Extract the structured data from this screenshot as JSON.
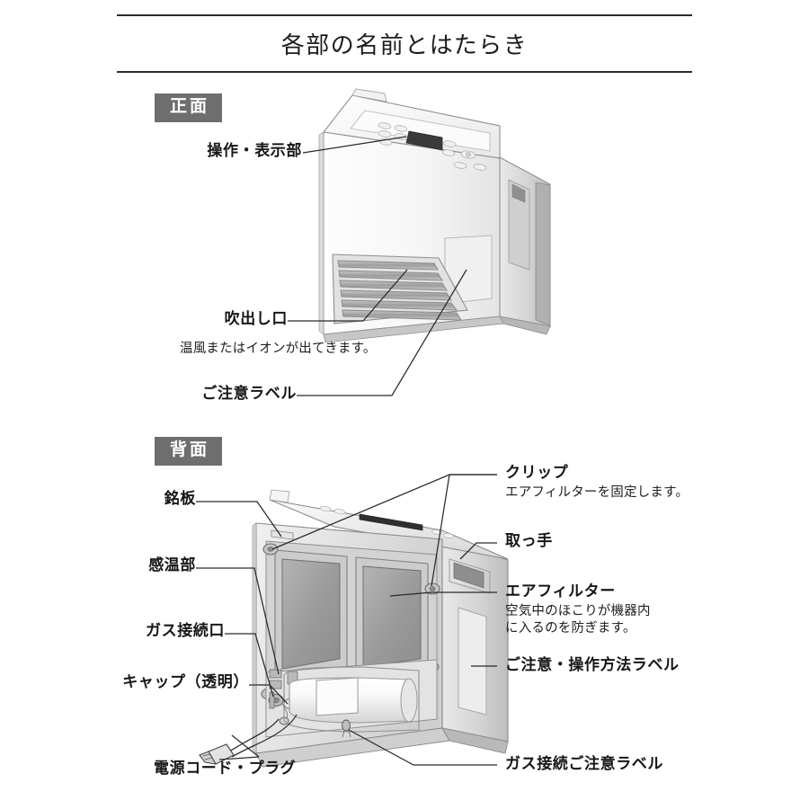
{
  "document": {
    "title": "各部の名前とはたらき"
  },
  "sections": {
    "front": {
      "badge": "正面",
      "callouts": {
        "control_panel": {
          "title": "操作・表示部"
        },
        "air_outlet": {
          "title": "吹出し口",
          "desc": "温風またはイオンが出てきます。"
        },
        "caution_label": {
          "title": "ご注意ラベル"
        }
      }
    },
    "back": {
      "badge": "背面",
      "callouts": {
        "nameplate": {
          "title": "銘板"
        },
        "temp_sensor": {
          "title": "感温部"
        },
        "gas_port": {
          "title": "ガス接続口"
        },
        "cap": {
          "title": "キャップ（透明）"
        },
        "power_cord": {
          "title": "電源コード・プラグ"
        },
        "clip": {
          "title": "クリップ",
          "desc": "エアフィルターを固定します。"
        },
        "handle": {
          "title": "取っ手"
        },
        "air_filter": {
          "title": "エアフィルター",
          "desc1": "空気中のほこりが機器内",
          "desc2": "に入るのを防ぎます。"
        },
        "operation_label": {
          "title": "ご注意・操作方法ラベル"
        },
        "gas_caution_label": {
          "title": "ガス接続ご注意ラベル"
        }
      }
    }
  },
  "colors": {
    "badge_bg": "#6e6e6e",
    "badge_text": "#ffffff",
    "rule": "#2b2b2b",
    "text": "#1a1a1a",
    "leader_line": "#2a2a2a",
    "body_light": "#f4f4f4",
    "body_mid": "#d9d9d9",
    "body_shade": "#bcbcbc",
    "filter_fill": "#9e9e9e",
    "display_dark": "#3a3a3a"
  }
}
